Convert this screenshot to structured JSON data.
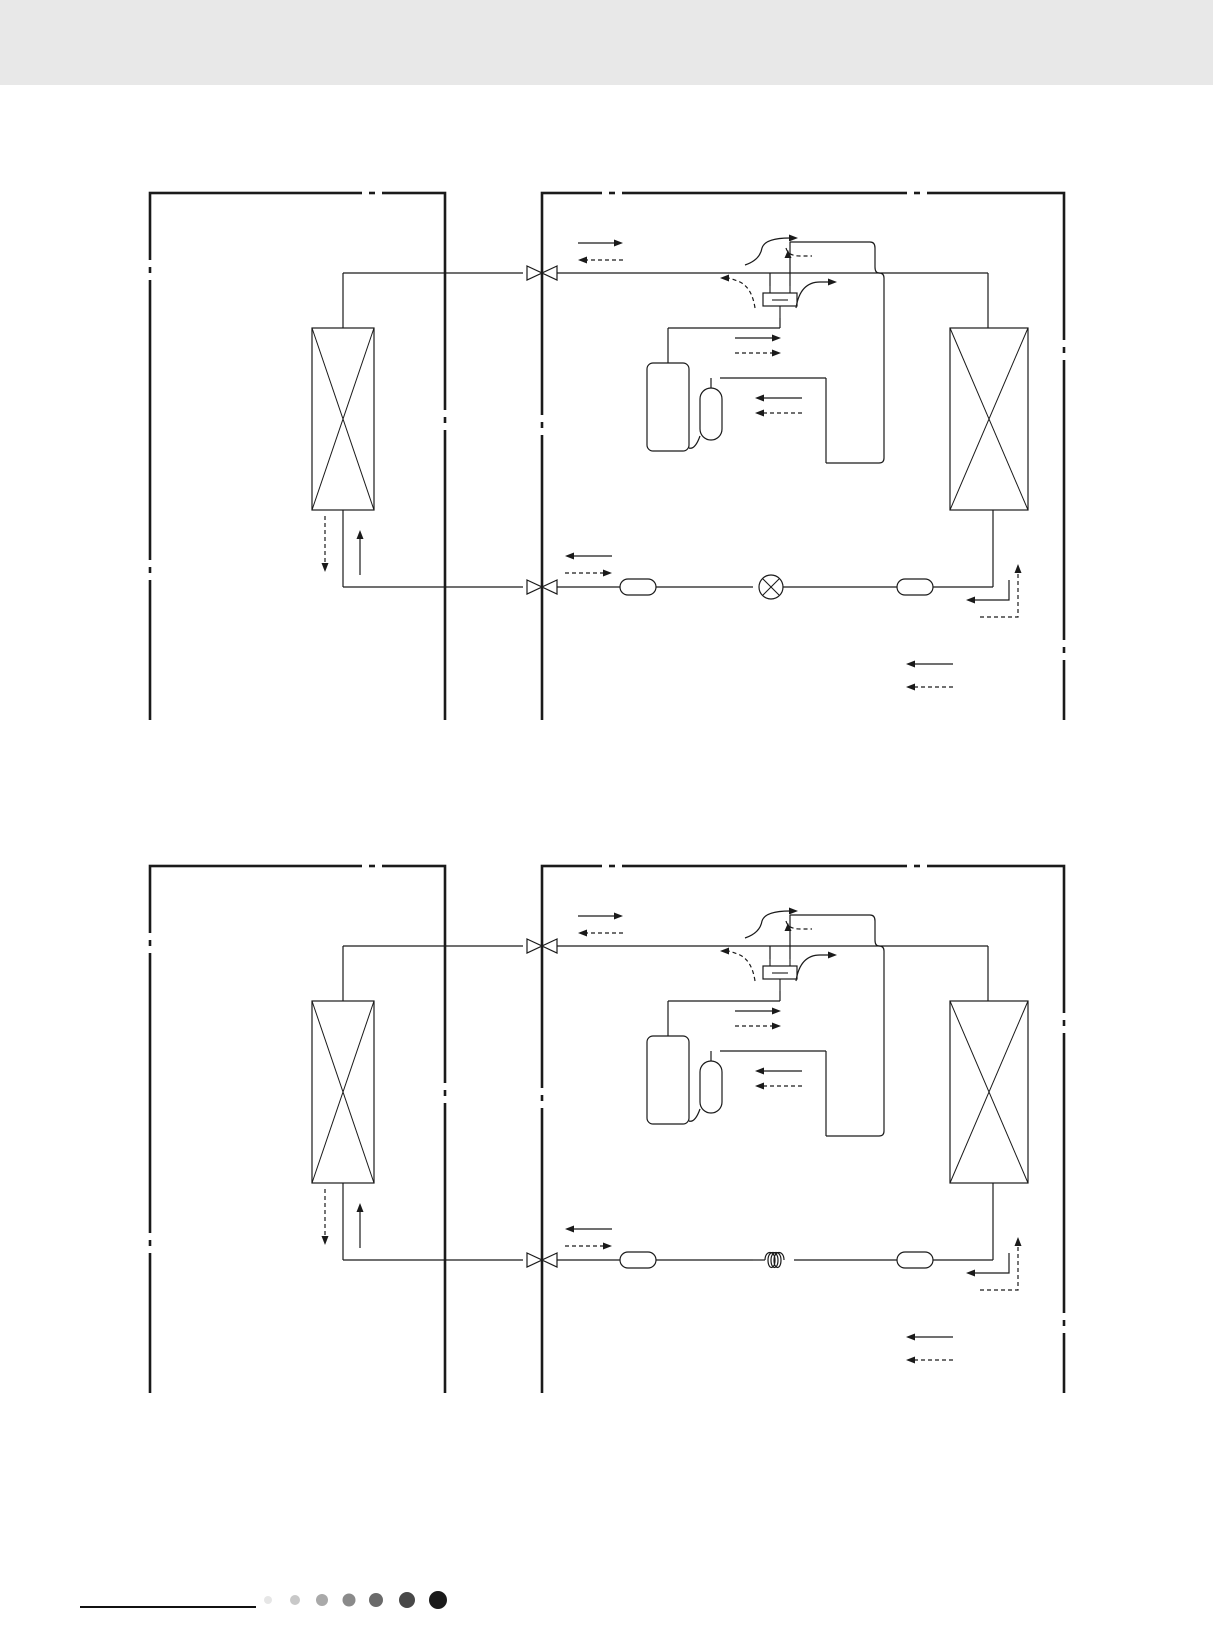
{
  "colors": {
    "header_band": "#e8e8e8",
    "line": "#1a1a1a",
    "page": "#ffffff",
    "footer_dots": [
      "#e6e6e6",
      "#c8c8c8",
      "#a9a9a9",
      "#8a8a8a",
      "#6a6a6a",
      "#484848",
      "#1a1a1a"
    ]
  },
  "diagrams": [
    {
      "id": "top",
      "throttle_device": "expansion-valve"
    },
    {
      "id": "bottom",
      "throttle_device": "capillary-tube"
    }
  ],
  "icons": {
    "valve": "two-way-valve-icon",
    "four_way_valve": "four-way-valve-icon",
    "compressor": "compressor-icon",
    "accumulator": "accumulator-icon",
    "heat_exchanger": "heat-exchanger-icon",
    "filter": "strainer-icon",
    "expansion_valve": "electronic-expansion-valve-icon",
    "capillary": "capillary-coil-icon"
  }
}
